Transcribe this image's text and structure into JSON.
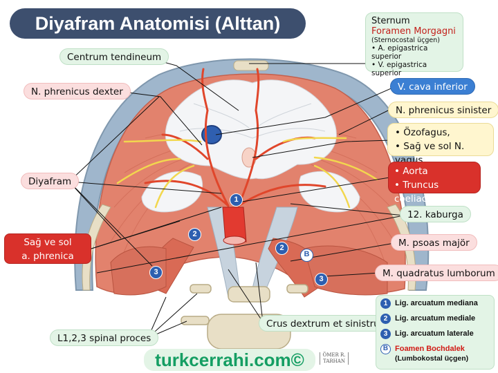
{
  "title": "Diyafram Anatomisi (Alttan)",
  "labels": {
    "centrum": "Centrum tendineum",
    "phrenicus_dexter": "N. phrenicus dexter",
    "vcava": "V. cava inferior",
    "phrenicus_sinister": "N. phrenicus sinister",
    "ozofagus_1": "Özofagus,",
    "ozofagus_2": "Sağ ve sol N. vagus",
    "diyafram": "Diyafram",
    "aorta_1": "Aorta",
    "aorta_2": "Truncus coeliacus",
    "kaburga": "12. kaburga",
    "phrenica_inf_1": "Sağ ve sol",
    "phrenica_inf_2": "a. phrenica inferior",
    "psoas": "M. psoas majör",
    "quadratus": "M. quadratus lumborum",
    "spinal": "L1,2,3 spinal proces",
    "crus": "Crus dextrum et sinistrum"
  },
  "sternum_box": {
    "title": "Sternum",
    "foramen": "Foramen Morgagni",
    "sub": "(Sternocostal üçgen)",
    "items": [
      "A. epigastrica superior",
      "V. epigastrica superior"
    ]
  },
  "legend": [
    {
      "num": "1",
      "text": "Lig. arcuatum mediana"
    },
    {
      "num": "2",
      "text": "Lig. arcuatum mediale"
    },
    {
      "num": "3",
      "text": "Lig. arcuatum laterale"
    },
    {
      "num": "B",
      "text": "Foamen Bochdalek",
      "sub": "(Lumbokostal üçgen)"
    }
  ],
  "markers": [
    "1",
    "2",
    "2",
    "3",
    "3",
    "B"
  ],
  "watermark": "turkcerrahi.com©",
  "signature": [
    "ÖMER R.",
    "TARHAN"
  ],
  "colors": {
    "title_bg": "#3d4f6e",
    "muscle": "#e2826d",
    "tendon": "#f3f4f6",
    "nerve": "#f2d74e",
    "artery": "#d9312b",
    "vein": "#2f5fb0",
    "label_green": "#e3f4e6",
    "label_pink": "#fbdede"
  }
}
